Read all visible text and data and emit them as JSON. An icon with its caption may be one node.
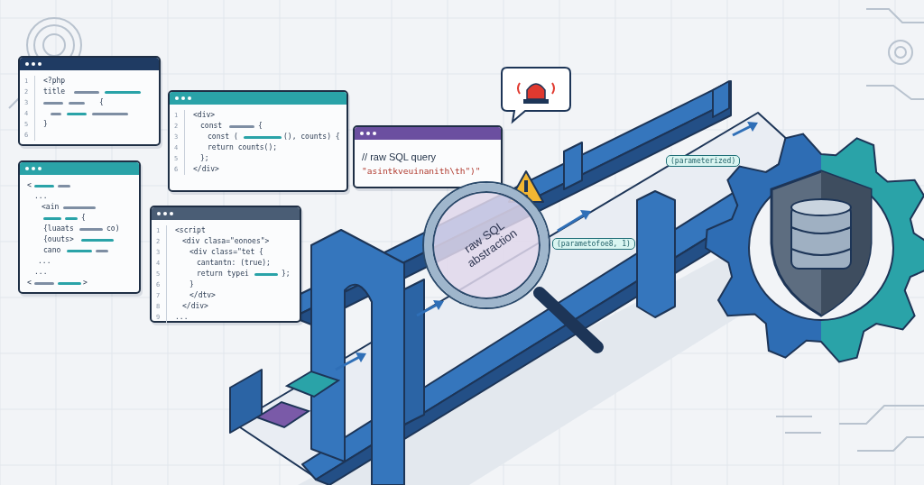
{
  "diagram": {
    "nodes": [
      {
        "text": [
          "1 2 3 4 5 6",
          "<?php",
          "title",
          "{",
          "}"
        ]
      },
      {
        "text": [
          "1 2 3 4 5 6",
          "<div>",
          "const",
          "{",
          "const (",
          "(), counts) {",
          "return counts();",
          "};",
          "</div>"
        ]
      },
      {
        "text": [
          "<",
          "...",
          "<ain",
          "{",
          "{luaats",
          "co)",
          "{ouuts>",
          "cano",
          "...",
          "...",
          "<",
          ">"
        ]
      },
      {
        "text": [
          "1 2 3 4 5 6 7 8 9",
          "<script",
          "<div clasa=\"eonoes\">",
          "<div class=\"tet {",
          "cantantn: (true);",
          "return typei",
          "};",
          "}",
          "</dtv>",
          "</div>",
          "..."
        ]
      },
      {
        "text": [
          "// raw SQL query",
          "\"asintkveuinanith\\th\")\""
        ]
      },
      {
        "text": [
          "raw SQL abstraction"
        ]
      },
      {
        "text": [
          "(parametofoe8, 1)"
        ]
      },
      {
        "text": [
          "(parameterized)"
        ]
      }
    ]
  }
}
